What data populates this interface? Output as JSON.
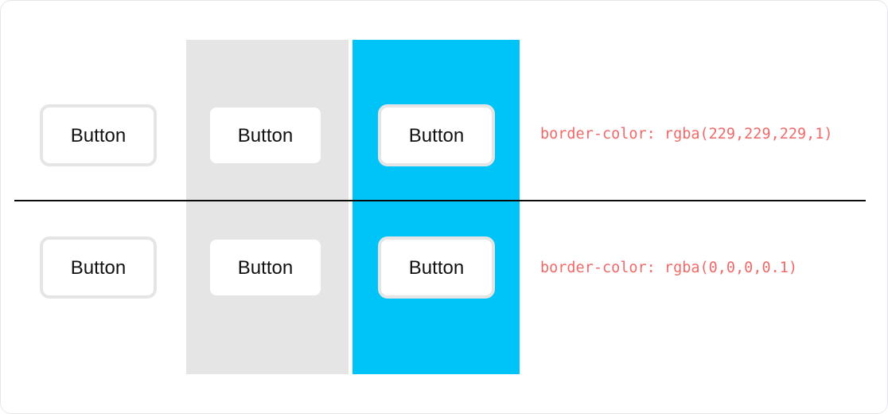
{
  "demo": {
    "button_label": "Button",
    "rows": [
      {
        "id": "row-1",
        "border_color": "rgba(229,229,229,1)",
        "annotation": "border-color: rgba(229,229,229,1)"
      },
      {
        "id": "row-2",
        "border_color": "rgba(0,0,0,0.1)",
        "annotation": "border-color: rgba(0,0,0,0.1)"
      }
    ],
    "colors": {
      "panel_gray": "#e5e5e5",
      "panel_cyan": "#00c3f7",
      "button_face": "#ffffff",
      "annotation_red": "#f06a6a",
      "divider_black": "#0a0a0a",
      "card_border": "#e3e7ec"
    }
  }
}
